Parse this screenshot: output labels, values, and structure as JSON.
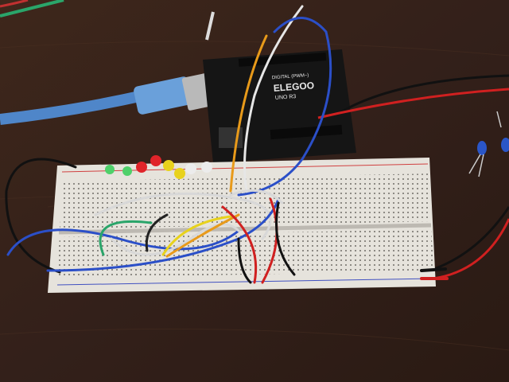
{
  "board": {
    "brand": "ELEGOO",
    "model": "UNO R3",
    "header_label": "DIGITAL (PWM~)"
  },
  "colors": {
    "wood": "#3a2419",
    "breadboard": "#e6e3dc",
    "arduino": "#151515",
    "usb_cable": "#4f86c9",
    "led_green": "#4fd06a",
    "led_red": "#e0242a",
    "led_yellow": "#e8d21c",
    "led_white": "#e6e6e6"
  }
}
